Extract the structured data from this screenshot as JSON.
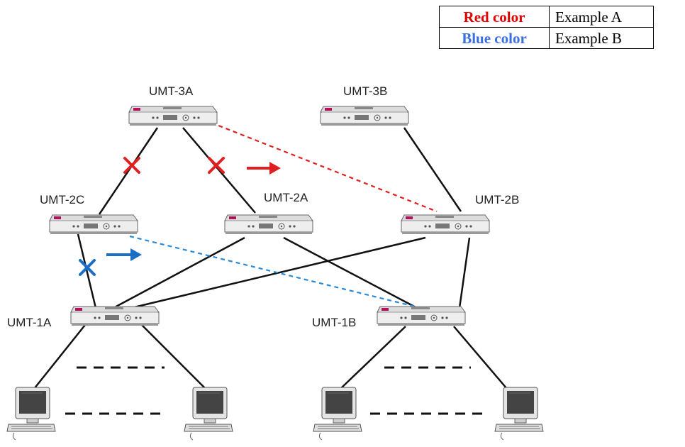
{
  "legend": {
    "rows": [
      {
        "key": "Red color",
        "value": "Example A",
        "color": "#e00000"
      },
      {
        "key": "Blue color",
        "value": "Example B",
        "color": "#3a6fe0"
      }
    ]
  },
  "nodes": {
    "umt3a": "UMT-3A",
    "umt3b": "UMT-3B",
    "umt2c": "UMT-2C",
    "umt2a": "UMT-2A",
    "umt2b": "UMT-2B",
    "umt1a": "UMT-1A",
    "umt1b": "UMT-1B"
  },
  "colors": {
    "link": "#111111",
    "red": "#e02020",
    "blue": "#1a6fc4",
    "blue_dashed": "#2a8ad8"
  }
}
